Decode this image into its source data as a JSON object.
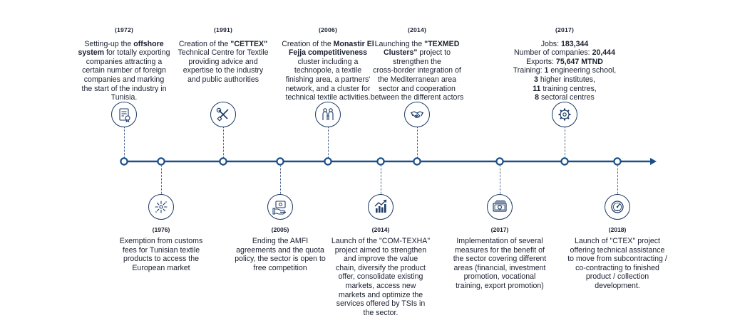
{
  "accent_color": "#1b3a66",
  "line_color": "#1b4f87",
  "top_events": [
    {
      "year": "(1972)",
      "icon": "certificate-document-icon",
      "lines": [
        [
          {
            "t": "Setting-up the "
          },
          {
            "t": "offshore",
            "b": true
          }
        ],
        [
          {
            "t": "system",
            "b": true
          },
          {
            "t": " for totally exporting"
          }
        ],
        [
          {
            "t": "companies attracting a"
          }
        ],
        [
          {
            "t": "certain number of foreign"
          }
        ],
        [
          {
            "t": "companies and marking"
          }
        ],
        [
          {
            "t": "the start of the industry in"
          }
        ],
        [
          {
            "t": "Tunisia."
          }
        ]
      ]
    },
    {
      "year": "(1991)",
      "icon": "wrench-screwdriver-icon",
      "lines": [
        [
          {
            "t": "Creation of the "
          },
          {
            "t": "\"CETTEX\"",
            "b": true
          }
        ],
        [
          {
            "t": "Technical Centre for Textile"
          }
        ],
        [
          {
            "t": "providing advice and"
          }
        ],
        [
          {
            "t": "expertise to the industry"
          }
        ],
        [
          {
            "t": "and public authorities"
          }
        ]
      ]
    },
    {
      "year": "(2006)",
      "icon": "team-people-icon",
      "lines": [
        [
          {
            "t": "Creation of the "
          },
          {
            "t": "Monastir El",
            "b": true
          }
        ],
        [
          {
            "t": "Fejja competitiveness",
            "b": true
          }
        ],
        [
          {
            "t": "cluster including a"
          }
        ],
        [
          {
            "t": "technopole, a textile"
          }
        ],
        [
          {
            "t": "finishing area, a partners'"
          }
        ],
        [
          {
            "t": "network, and a cluster for"
          }
        ],
        [
          {
            "t": "technical textile activities."
          }
        ]
      ]
    },
    {
      "year": "(2014)",
      "icon": "handshake-icon",
      "lines": [
        [
          {
            "t": "Launching the "
          },
          {
            "t": "\"TEXMED",
            "b": true
          }
        ],
        [
          {
            "t": "Clusters\"",
            "b": true
          },
          {
            "t": " project to"
          }
        ],
        [
          {
            "t": "strengthen the"
          }
        ],
        [
          {
            "t": "cross-border integration of"
          }
        ],
        [
          {
            "t": "the Mediterranean area"
          }
        ],
        [
          {
            "t": "sector and cooperation"
          }
        ],
        [
          {
            "t": "between the different actors"
          }
        ]
      ]
    },
    {
      "year": "(2017)",
      "icon": "gears-icon",
      "lines": [
        [
          {
            "t": "Jobs: "
          },
          {
            "t": "183,344",
            "b": true
          }
        ],
        [
          {
            "t": "Number of companies: "
          },
          {
            "t": "20,444",
            "b": true
          }
        ],
        [
          {
            "t": "Exports: "
          },
          {
            "t": "75,647 MTND",
            "b": true
          }
        ],
        [
          {
            "t": "Training: "
          },
          {
            "t": "1",
            "b": true
          },
          {
            "t": " engineering school,"
          }
        ],
        [
          {
            "t": "3",
            "b": true
          },
          {
            "t": " higher institutes,"
          }
        ],
        [
          {
            "t": "11",
            "b": true
          },
          {
            "t": " training centres,"
          }
        ],
        [
          {
            "t": "8",
            "b": true
          },
          {
            "t": " sectoral centres"
          }
        ]
      ]
    }
  ],
  "bottom_events": [
    {
      "year": "(1976)",
      "icon": "sparkle-burst-icon",
      "lines": [
        [
          {
            "t": "Exemption from customs"
          }
        ],
        [
          {
            "t": "fees for Tunisian textile"
          }
        ],
        [
          {
            "t": "products to access the"
          }
        ],
        [
          {
            "t": "European market"
          }
        ]
      ]
    },
    {
      "year": "(2005)",
      "icon": "money-hand-icon",
      "lines": [
        [
          {
            "t": "Ending the AMFI"
          }
        ],
        [
          {
            "t": "agreements and  the quota"
          }
        ],
        [
          {
            "t": "policy, the sector is open to"
          }
        ],
        [
          {
            "t": "free competition"
          }
        ]
      ]
    },
    {
      "year": "(2014)",
      "icon": "growth-chart-icon",
      "lines": [
        [
          {
            "t": "Launch of the \"COM-TEXHA\""
          }
        ],
        [
          {
            "t": "project aimed to strengthen"
          }
        ],
        [
          {
            "t": "and improve the value"
          }
        ],
        [
          {
            "t": "chain, diversify the product"
          }
        ],
        [
          {
            "t": "offer, consolidate existing"
          }
        ],
        [
          {
            "t": "markets, access new"
          }
        ],
        [
          {
            "t": "markets and optimize the"
          }
        ],
        [
          {
            "t": "services offered by TSIs in"
          }
        ],
        [
          {
            "t": "the sector."
          }
        ]
      ]
    },
    {
      "year": "(2017)",
      "icon": "cash-banknote-icon",
      "lines": [
        [
          {
            "t": "Implementation of several"
          }
        ],
        [
          {
            "t": "measures for the benefit of"
          }
        ],
        [
          {
            "t": "the sector covering different"
          }
        ],
        [
          {
            "t": "areas (financial, investment"
          }
        ],
        [
          {
            "t": "promotion, vocational"
          }
        ],
        [
          {
            "t": "training, export promotion)"
          }
        ]
      ]
    },
    {
      "year": "(2018)",
      "icon": "speedometer-icon",
      "lines": [
        [
          {
            "t": "Launch of \"CTEX\" project"
          }
        ],
        [
          {
            "t": "offering technical assistance"
          }
        ],
        [
          {
            "t": "to move from subcontracting"
          }
        ],
        [
          {
            "t": "/"
          }
        ],
        [
          {
            "t": "co-contracting to finished"
          }
        ],
        [
          {
            "t": "product / collection"
          }
        ],
        [
          {
            "t": "development."
          }
        ]
      ]
    }
  ]
}
